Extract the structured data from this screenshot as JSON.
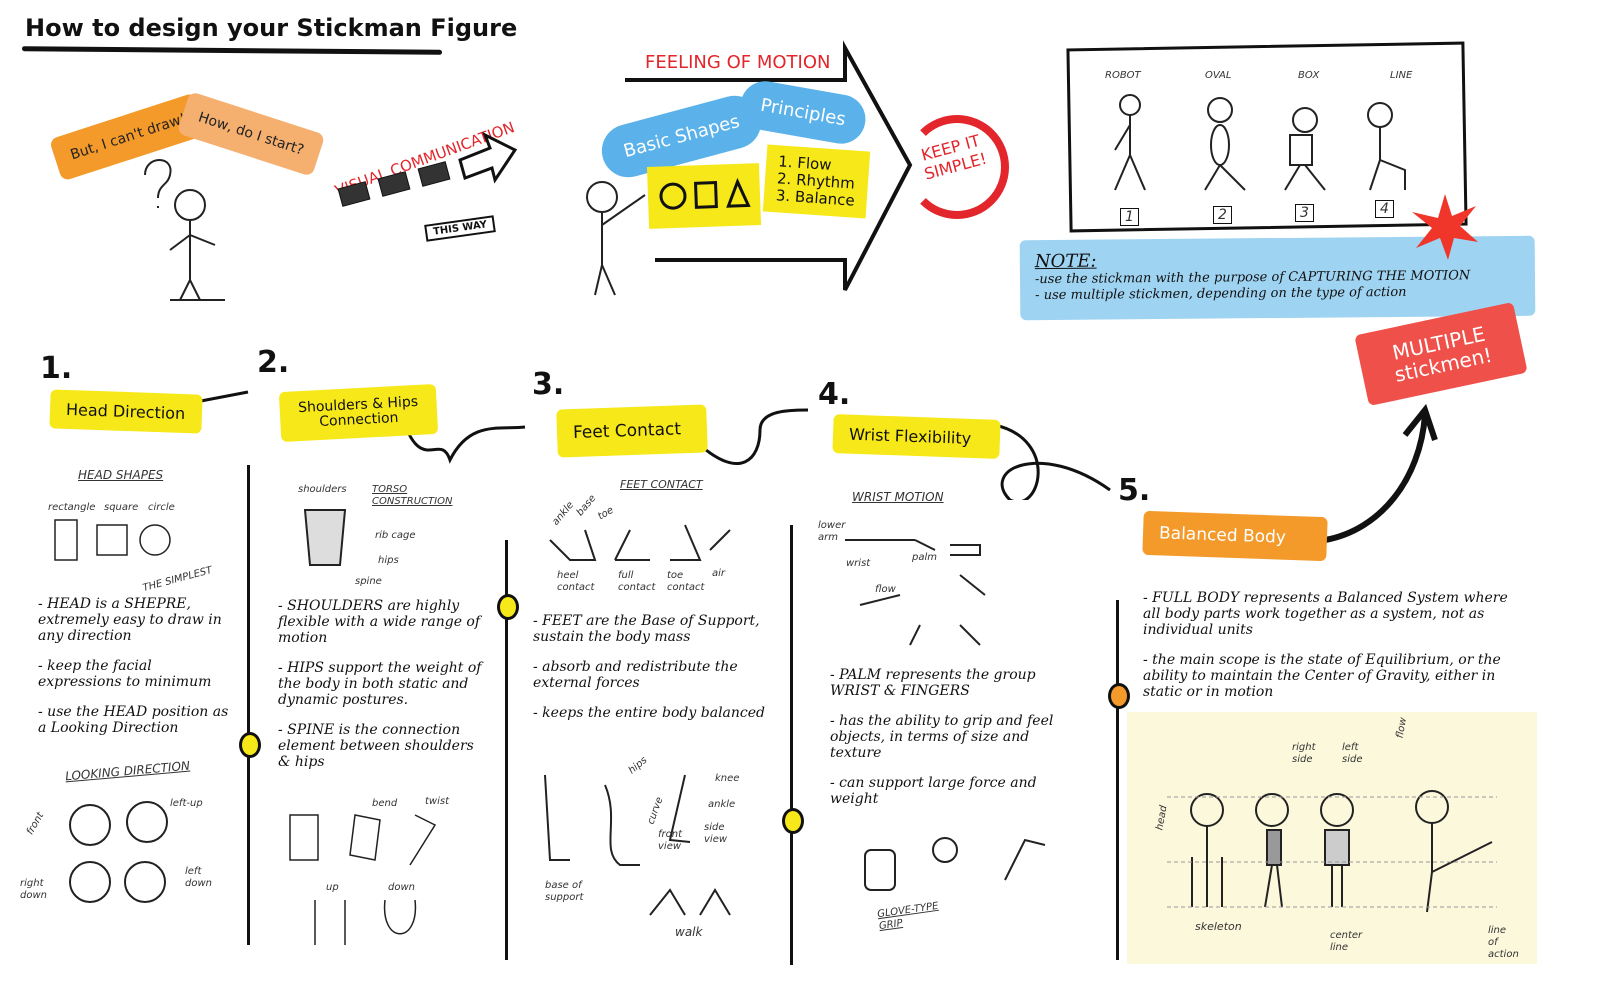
{
  "title": "How to design your Stickman Figure",
  "intro": {
    "bubble_left": "But, I can't draw!",
    "bubble_right": "How, do I start?",
    "visual_communication": "VISUAL COMMUNICATION",
    "this_way": "THIS WAY"
  },
  "motion": {
    "heading": "FEELING OF MOTION",
    "cloud_left": "Basic Shapes",
    "cloud_right": "Principles",
    "principles": [
      "1. Flow",
      "2. Rhythm",
      "3. Balance"
    ],
    "keep_simple": "KEEP IT SIMPLE!"
  },
  "styles": {
    "labels": [
      "ROBOT",
      "OVAL",
      "BOX",
      "LINE"
    ],
    "numbers": [
      "1",
      "2",
      "3",
      "4"
    ]
  },
  "note": {
    "title": "NOTE:",
    "lines": [
      "-use the stickman with the purpose of CAPTURING THE MOTION",
      "- use multiple stickmen, depending on the type of action"
    ]
  },
  "multiple": "MULTIPLE stickmen!",
  "colors": {
    "yellow": "#f7e81a",
    "orange": "#f39a2a",
    "blue": "#9fd3f2",
    "red": "#f0504a"
  },
  "steps": [
    {
      "num": "1.",
      "label": "Head Direction",
      "sketch_title": "HEAD SHAPES",
      "sketch_labels": [
        "rectangle",
        "square",
        "circle",
        "THE SIMPLEST",
        "LOOKING DIRECTION",
        "front",
        "left-up",
        "right down",
        "left down"
      ],
      "text": [
        "- HEAD is a SHEPRE, extremely easy to draw in any direction",
        "- keep the facial expressions to minimum",
        "- use the HEAD position as a Looking Direction"
      ]
    },
    {
      "num": "2.",
      "label": "Shoulders & Hips Connection",
      "sketch_title": "TORSO CONSTRUCTION",
      "sketch_labels": [
        "shoulders",
        "rib cage",
        "hips",
        "spine",
        "bend",
        "twist",
        "up",
        "down"
      ],
      "text": [
        "- SHOULDERS are highly flexible with a wide range of motion",
        "- HIPS support the weight of the body in both static and dynamic postures.",
        "- SPINE is the connection element between shoulders & hips"
      ]
    },
    {
      "num": "3.",
      "label": "Feet Contact",
      "sketch_title": "FEET CONTACT",
      "sketch_labels": [
        "ankle",
        "base",
        "toe",
        "heel contact",
        "full contact",
        "toe contact",
        "air",
        "hips",
        "curve",
        "knee",
        "ankle",
        "front view",
        "side view",
        "base of support",
        "walk"
      ],
      "text": [
        "- FEET are the Base of Support, sustain the body mass",
        "- absorb and redistribute the external forces",
        "- keeps the entire body balanced"
      ]
    },
    {
      "num": "4.",
      "label": "Wrist Flexibility",
      "sketch_title": "WRIST MOTION",
      "sketch_labels": [
        "lower arm",
        "wrist",
        "palm",
        "flow",
        "GLOVE-TYPE GRIP"
      ],
      "text": [
        "- PALM represents the group WRIST & FINGERS",
        "- has the ability to grip and feel objects, in terms  of size and texture",
        "- can support  large force and weight"
      ]
    },
    {
      "num": "5.",
      "label": "Balanced Body",
      "sketch_labels": [
        "right side",
        "left side",
        "flow",
        "head",
        "skeleton",
        "center line",
        "line of action"
      ],
      "text": [
        "- FULL BODY represents a Balanced System where all body parts work together as a system, not as individual units",
        "- the main scope is the state of Equilibrium, or the ability to maintain the Center of Gravity, either in static or in motion"
      ]
    }
  ]
}
